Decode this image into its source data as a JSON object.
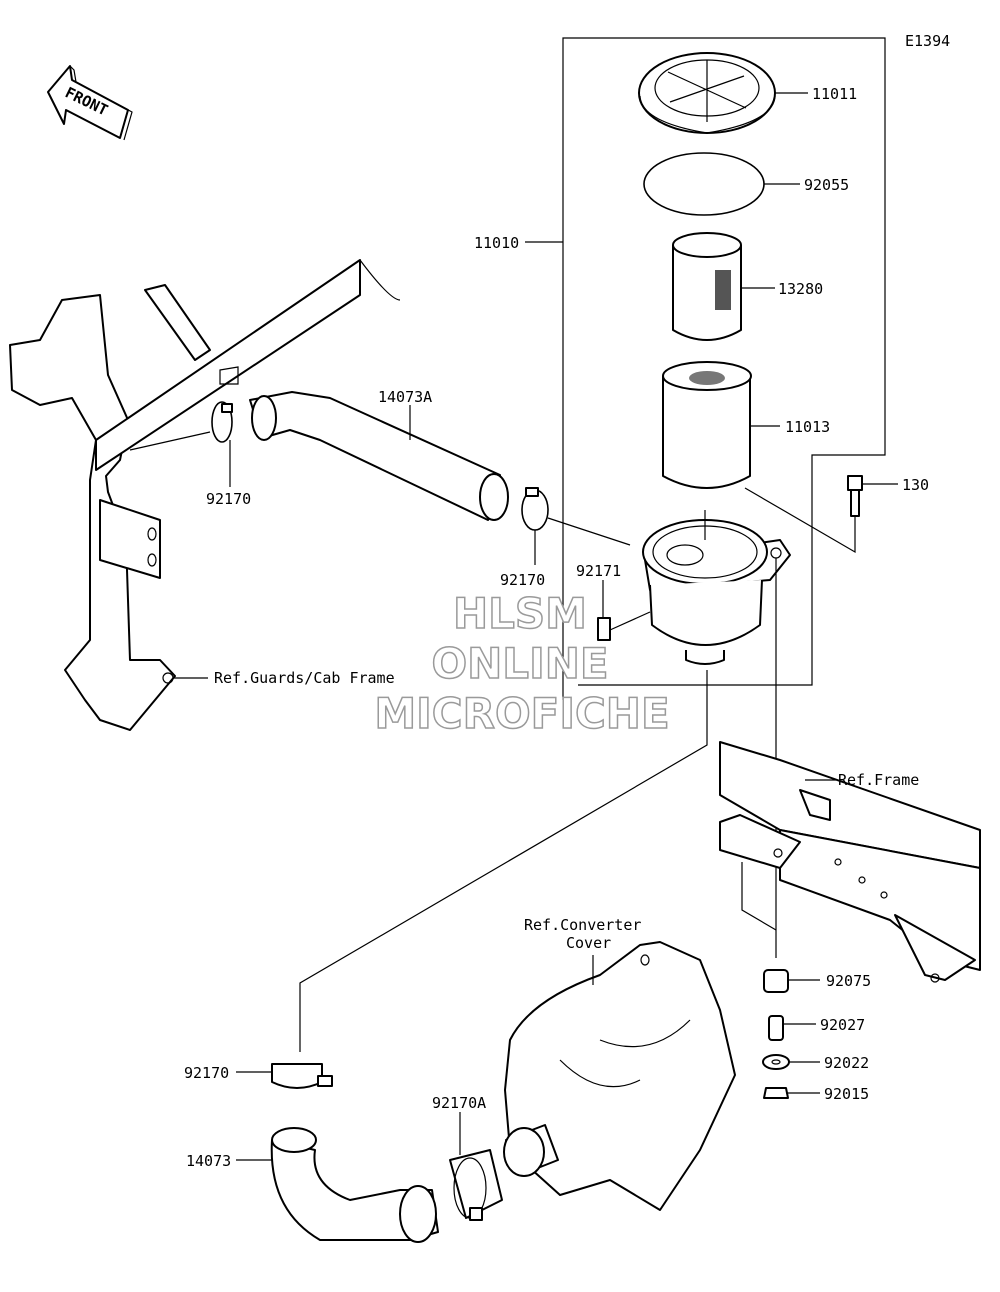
{
  "diagram_code": "E1394",
  "front_arrow_label": "FRONT",
  "watermark": {
    "line1": "HLSM",
    "line2": "ONLINE",
    "line3": "MICROFICHE"
  },
  "parts": {
    "p11011": "11011",
    "p92055": "92055",
    "p13280": "13280",
    "p11010": "11010",
    "p11013": "11013",
    "p130": "130",
    "p14073A": "14073A",
    "p92170_a": "92170",
    "p92170_b": "92170",
    "p92171": "92171",
    "p92075": "92075",
    "p92027": "92027",
    "p92022": "92022",
    "p92015": "92015",
    "p92170_c": "92170",
    "p92170A": "92170A",
    "p14073": "14073"
  },
  "references": {
    "guards": "Ref.Guards/Cab Frame",
    "frame": "Ref.Frame",
    "converter_line1": "Ref.Converter",
    "converter_line2": "Cover"
  }
}
